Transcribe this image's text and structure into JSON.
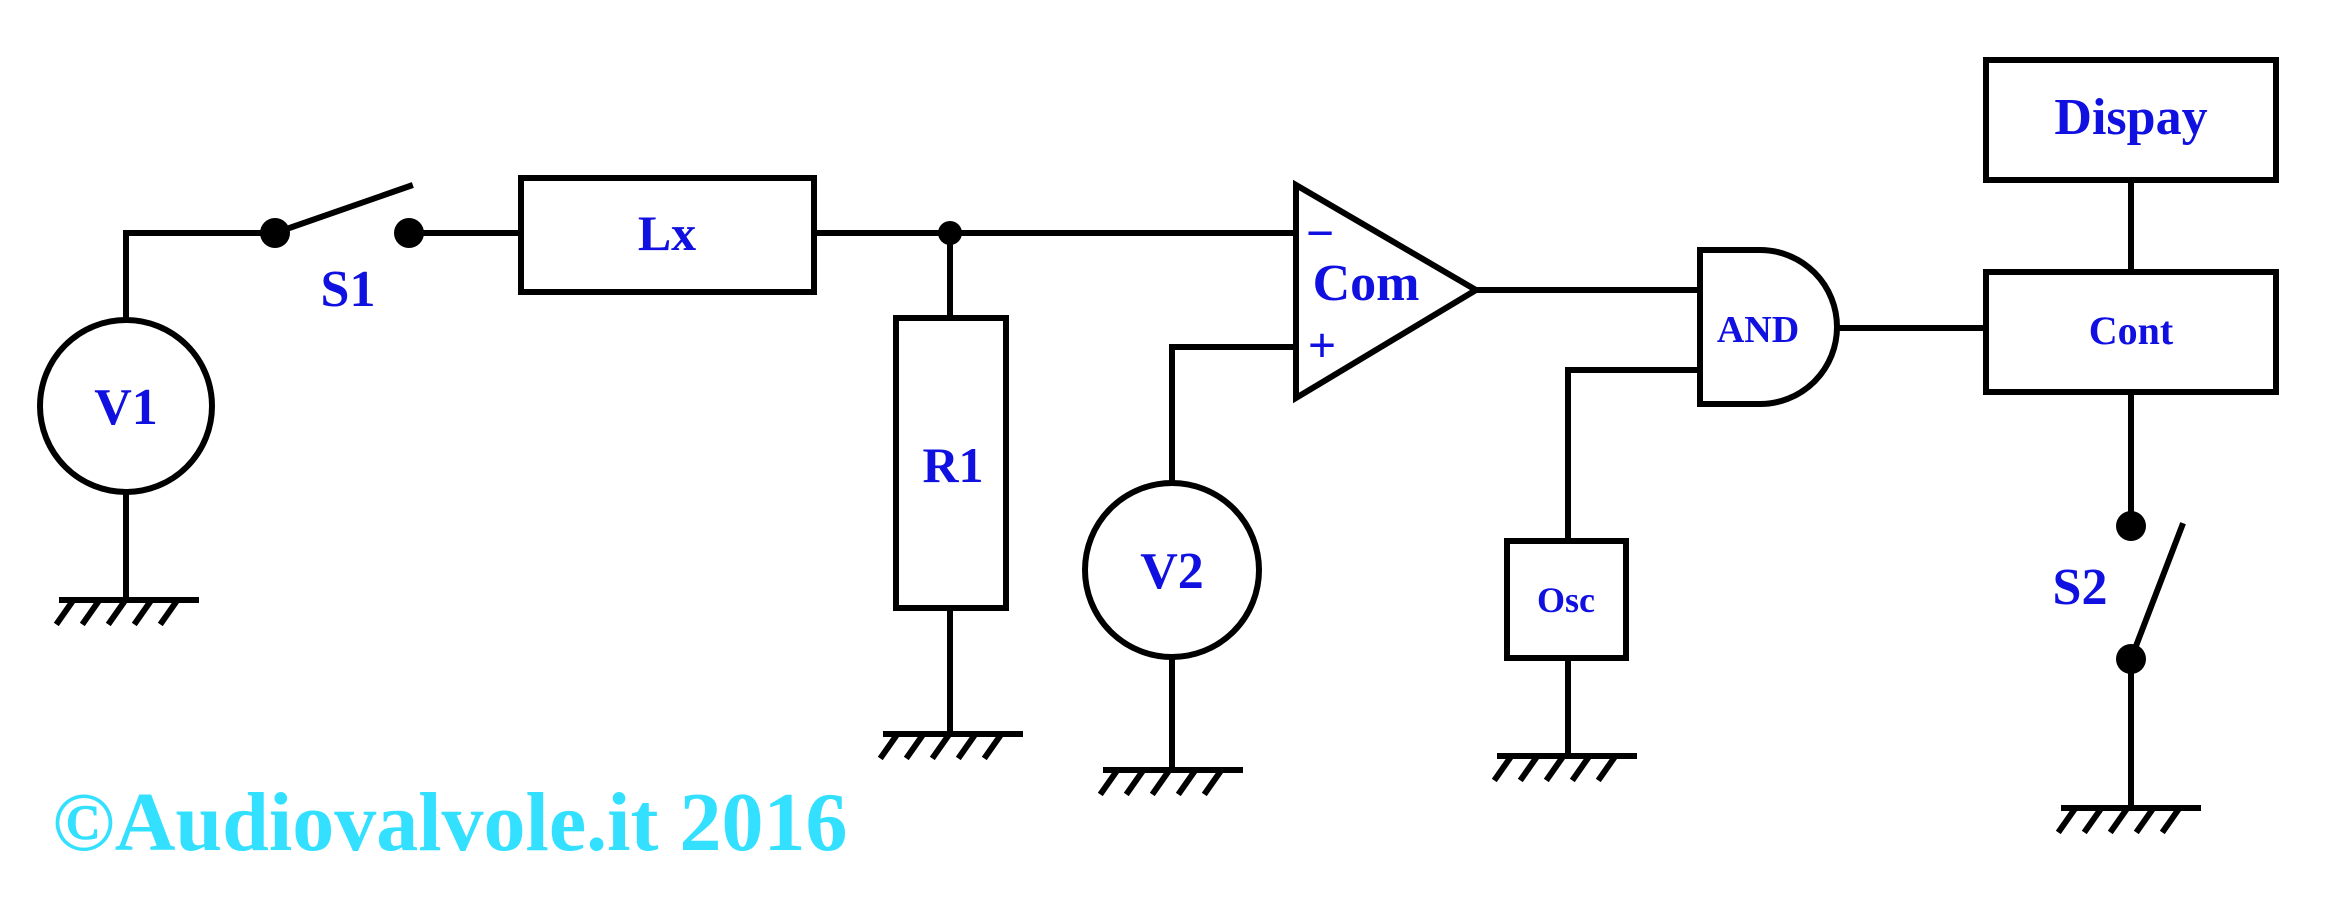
{
  "colors": {
    "wire": "#000000",
    "label": "#1010e0",
    "copyright": "#33e0ff",
    "background": "#ffffff"
  },
  "components": {
    "v1": "V1",
    "s1": "S1",
    "lx": "Lx",
    "r1": "R1",
    "v2": "V2",
    "comparator": "Com",
    "comparator_minus": "−",
    "comparator_plus": "+",
    "osc": "Osc",
    "and_gate": "AND",
    "display": "Dispay",
    "counter": "Cont",
    "s2": "S2"
  },
  "copyright": "©Audiovalvole.it 2016"
}
